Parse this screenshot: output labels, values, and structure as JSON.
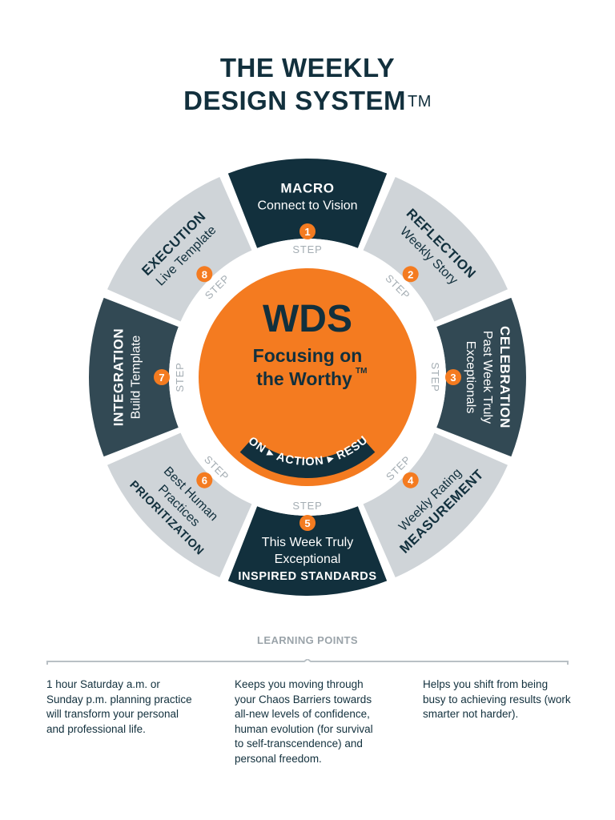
{
  "title": {
    "line1": "THE WEEKLY",
    "line2": "DESIGN SYSTEM",
    "tm": "TM"
  },
  "center": {
    "title": "WDS",
    "tagline1": "Focusing on",
    "tagline2": "the Worthy",
    "tm": "TM",
    "arc_words": [
      "VISION",
      "ACTION",
      "RESULTS"
    ]
  },
  "step_word": "STEP",
  "segments": [
    {
      "step": "1",
      "name": "MACRO",
      "desc": [
        "Connect to Vision"
      ]
    },
    {
      "step": "2",
      "name": "REFLECTION",
      "desc": [
        "Weekly Story"
      ]
    },
    {
      "step": "3",
      "name": "CELEBRATION",
      "desc": [
        "Past Week Truly",
        "Exceptionals"
      ]
    },
    {
      "step": "4",
      "name": "MEASUREMENT",
      "desc": [
        "Weekly Rating"
      ]
    },
    {
      "step": "5",
      "name": "INSPIRED STANDARDS",
      "desc": [
        "This Week Truly",
        "Exceptional"
      ]
    },
    {
      "step": "6",
      "name": "PRIORITIZATION",
      "desc": [
        "Best Human",
        "Practices"
      ]
    },
    {
      "step": "7",
      "name": "INTEGRATION",
      "desc": [
        "Build Template"
      ]
    },
    {
      "step": "8",
      "name": "EXECUTION",
      "desc": [
        "Live Template"
      ]
    }
  ],
  "colors": {
    "navy": "#12303d",
    "slate": "#324954",
    "light_gray": "#cfd4d8",
    "orange": "#f47b20",
    "white": "#ffffff"
  },
  "learning_points": {
    "title": "LEARNING POINTS",
    "items": [
      "1 hour Saturday a.m. or Sunday p.m. planning practice will transform your personal and professional life.",
      "Keeps you moving through your Chaos Barriers towards all-new levels of confidence, human evolution (for survival to self-transcendence) and personal freedom.",
      "Helps you shift from being busy to achieving results (work smarter not harder)."
    ]
  }
}
